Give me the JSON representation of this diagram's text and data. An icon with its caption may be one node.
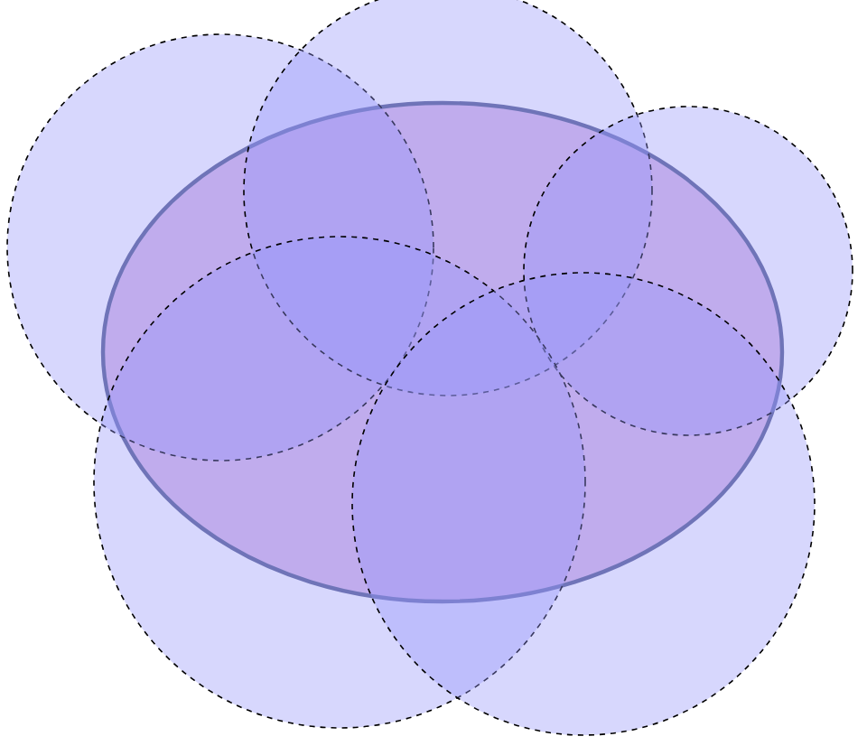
{
  "diagram": {
    "nodes": [
      {
        "text": [],
        "shape": "ellipse"
      },
      {
        "text": [],
        "shape": "circle"
      },
      {
        "text": [],
        "shape": "circle"
      },
      {
        "text": [],
        "shape": "circle"
      },
      {
        "text": [],
        "shape": "circle"
      },
      {
        "text": [],
        "shape": "circle"
      }
    ]
  }
}
